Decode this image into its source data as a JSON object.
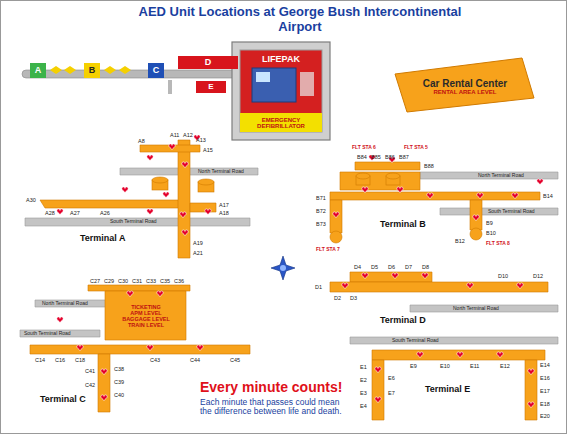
{
  "diagram": {
    "title": "AED Unit Locations at George Bush Intercontinental Airport",
    "nodes": [
      {
        "text": [
          "A"
        ]
      },
      {
        "text": [
          "B"
        ]
      },
      {
        "text": [
          "C"
        ]
      },
      {
        "text": [
          "D"
        ]
      },
      {
        "text": [
          "E"
        ]
      },
      {
        "text": [
          "LIFEPAK",
          "EMERGENCY DEFIBRILLATOR"
        ]
      },
      {
        "text": [
          "Car Rental Center",
          "RENTAL AREA LEVEL"
        ]
      },
      {
        "text": [
          "TICKETING",
          "APM LEVEL",
          "BAGGAGE LEVEL",
          "TRAIN LEVEL"
        ]
      }
    ],
    "labels": [
      "Terminal A",
      "North Terminal Road",
      "South Terminal Road",
      "A8",
      "A11",
      "A12",
      "A13",
      "A15",
      "A17",
      "A18",
      "A19",
      "A21",
      "A26",
      "A27",
      "A28",
      "A30",
      "Terminal B",
      "North Terminal Road",
      "South Terminal Road",
      "FLT STA 6",
      "FLT STA 5",
      "B84",
      "B85",
      "B86",
      "B87",
      "B88",
      "B71",
      "B72",
      "B73",
      "FLT STA 7",
      "B9",
      "B10",
      "B12",
      "FLT STA 8",
      "B14",
      "Terminal C",
      "North Terminal Road",
      "South Terminal Road",
      "C27",
      "C29",
      "C30",
      "C31",
      "C33",
      "C35",
      "C36",
      "C14",
      "C16",
      "C18",
      "C38",
      "C39",
      "C40",
      "C41",
      "C42",
      "C43",
      "C44",
      "C45",
      "Terminal D",
      "North Terminal Road",
      "D1",
      "D2",
      "D3",
      "D4",
      "D5",
      "D6",
      "D7",
      "D8",
      "D10",
      "D12",
      "Terminal E",
      "South Terminal Road",
      "E1",
      "E2",
      "E3",
      "E4",
      "E6",
      "E7",
      "E9",
      "E10",
      "E11",
      "E12",
      "E14",
      "E16",
      "E17",
      "E18",
      "E20",
      "Every minute counts!",
      "Each minute that passes could mean the difference between life and death."
    ]
  }
}
